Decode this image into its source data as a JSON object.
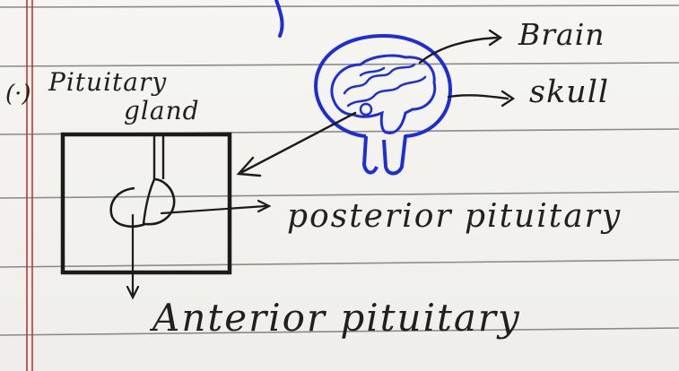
{
  "notes": {
    "item_number": "(·)",
    "pituitary_label": "Pituitary",
    "gland_label": "gland",
    "brain_label": "Brain",
    "skull_label": "skull",
    "posterior_label": "posterior pituitary",
    "anterior_label": "Anterior pituitary"
  },
  "colors": {
    "paper": "#f3f2ef",
    "ruled_line": "#8a8a8a",
    "margin_line": "#c0392b",
    "blue_ink": "#1d2ed6",
    "black_ink": "#1b1b1b"
  }
}
